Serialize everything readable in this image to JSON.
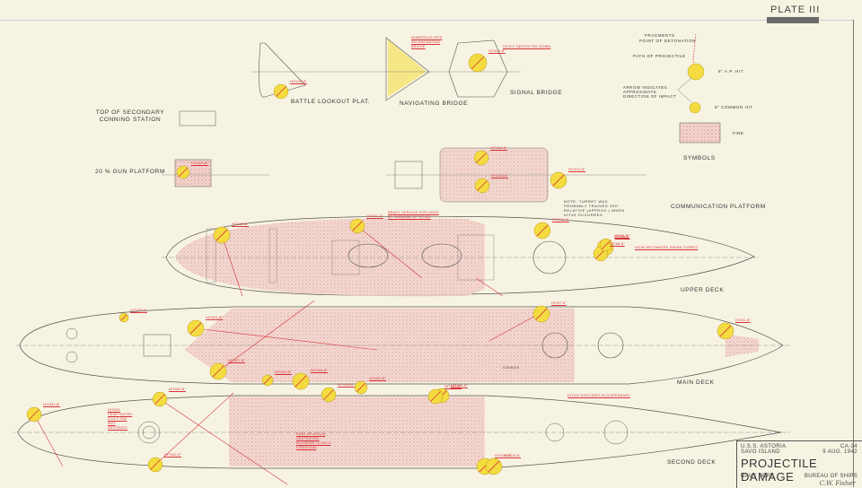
{
  "plate": "PLATE III",
  "title_block": {
    "ship": "U.S.S. ASTORIA",
    "location": "SAVO ISLAND",
    "hull": "CA-34",
    "date": "9 AUG. 1942",
    "title": "PROJECTILE DAMAGE",
    "dept": "NAVY DEPT.",
    "bureau": "BUREAU OF SHIPS",
    "signature": "C.W. Fisher"
  },
  "views": {
    "battle_lookout": "BATTLE LOOKOUT PLAT.",
    "navigating_bridge": "NAVIGATING BRIDGE",
    "signal_bridge": "SIGNAL BRIDGE",
    "secondary_conning": "TOP OF SECONDARY CONNING STATION",
    "gun_platform": "20 % GUN PLATFORM",
    "communication": "COMMUNICATION PLATFORM",
    "upper_deck": "UPPER DECK",
    "main_deck": "MAIN DECK",
    "second_deck": "SECOND DECK"
  },
  "symbols": {
    "title": "SYMBOLS",
    "fragments": "FRAGMENTS",
    "detonation": "POINT OF DETONATION",
    "path": "PATH OF PROJECTILE",
    "ap_hit": "8\" A.P. HIT",
    "arrow": "ARROW INDICATES APPROXIMATE DIRECTION OF IMPACT",
    "common_hit": "5\" COMMON HIT",
    "fire": "FIRE"
  },
  "notes": {
    "nav_hits": "NUMEROUS HITS ON NAVIGATING BRIDGE",
    "deflected": "HIT#17 DEFLECTED DOWN",
    "ready_service": "READY SERVICE EXPLODED BY PASSAGE OF HIT#22",
    "turret_note": "NOTE: TURRET WAS PROBABLY TRAINED 250° RELATIVE (APPROX.) WHEN HIT#9 OCCURRED",
    "turret_hit": "HIT#9 DETONATED INSIDE TURRET",
    "hit33": "HIT#33 PENETRATED 3-10 F. DID NOT DETONATE",
    "hit34": "PATH OF HIT#34 DESTROYED BLOWERS TO NO.4 FIREROOM",
    "hit11": "HIT#11 EXPLODES IN DISPENSARY",
    "icebox": "ICEBOX"
  },
  "colors": {
    "paper": "#f7f3e3",
    "fire": "#e8a7a6",
    "hit": "#f4dc40",
    "ink": "#555555",
    "annotation": "#d8323a"
  },
  "hits": [
    {
      "label": "HIT#19-8\""
    },
    {
      "label": "HIT#17-8\""
    },
    {
      "label": "HIT#29-8\""
    },
    {
      "label": "HIT#12-8\""
    },
    {
      "label": "HIT#13-8\""
    },
    {
      "label": "HIT#10-8\""
    },
    {
      "label": "HIT#25-8\""
    },
    {
      "label": "HIT#22-8\""
    },
    {
      "label": "HIT#15-8\""
    },
    {
      "label": "HIT#9-8\""
    },
    {
      "label": "HIT#8-8\""
    },
    {
      "label": "HIT#5-8\""
    },
    {
      "label": "HIT#33-5\""
    },
    {
      "label": "HIT#26-8\""
    },
    {
      "label": "HIT#27-8\""
    },
    {
      "label": "HIT#23-5\""
    },
    {
      "label": "HIT#24-8\""
    },
    {
      "label": "HIT#14-8\""
    },
    {
      "label": "HIT#7-8\""
    },
    {
      "label": "HIT#1-8\""
    },
    {
      "label": "HIT#34-8\""
    },
    {
      "label": "HIT#31-8\""
    },
    {
      "label": "HIT#32-5\""
    },
    {
      "label": "HIT#28-8\""
    },
    {
      "label": "HIT#20-8\""
    },
    {
      "label": "HIT#30-8\""
    },
    {
      "label": "HIT#16-8\""
    },
    {
      "label": "HIT#18-8\""
    }
  ]
}
